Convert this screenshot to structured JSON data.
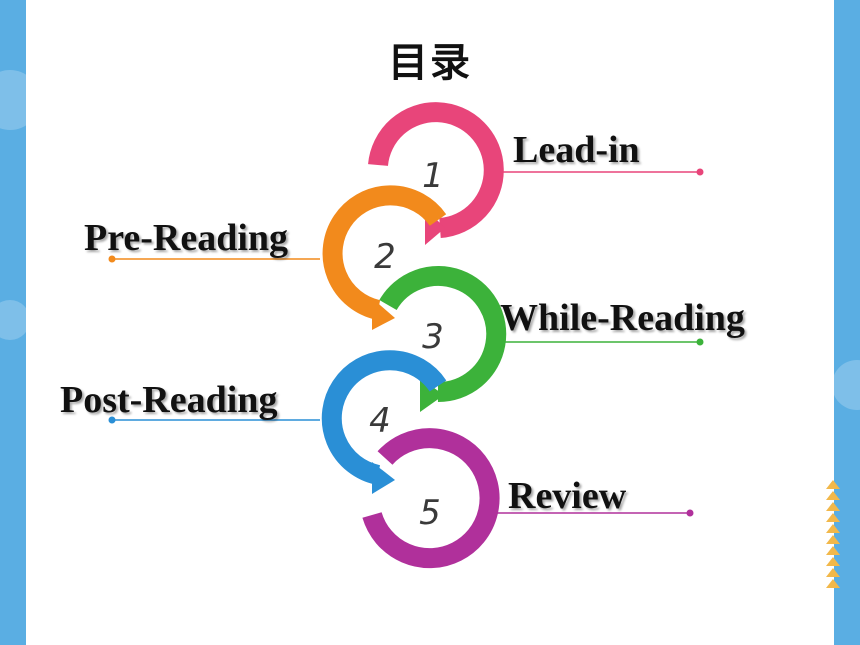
{
  "title": "目录",
  "steps": [
    {
      "number": "1",
      "label": "Lead-in",
      "color": "#e8457a"
    },
    {
      "number": "2",
      "label": "Pre-Reading",
      "color": "#f28a1c"
    },
    {
      "number": "3",
      "label": "While-Reading",
      "color": "#3cb23a"
    },
    {
      "number": "4",
      "label": "Post-Reading",
      "color": "#2a8fd6"
    },
    {
      "number": "5",
      "label": "Review",
      "color": "#b0309b"
    }
  ],
  "decor_triangle_color": "#f2b84a",
  "frame_color": "#5aaee3"
}
